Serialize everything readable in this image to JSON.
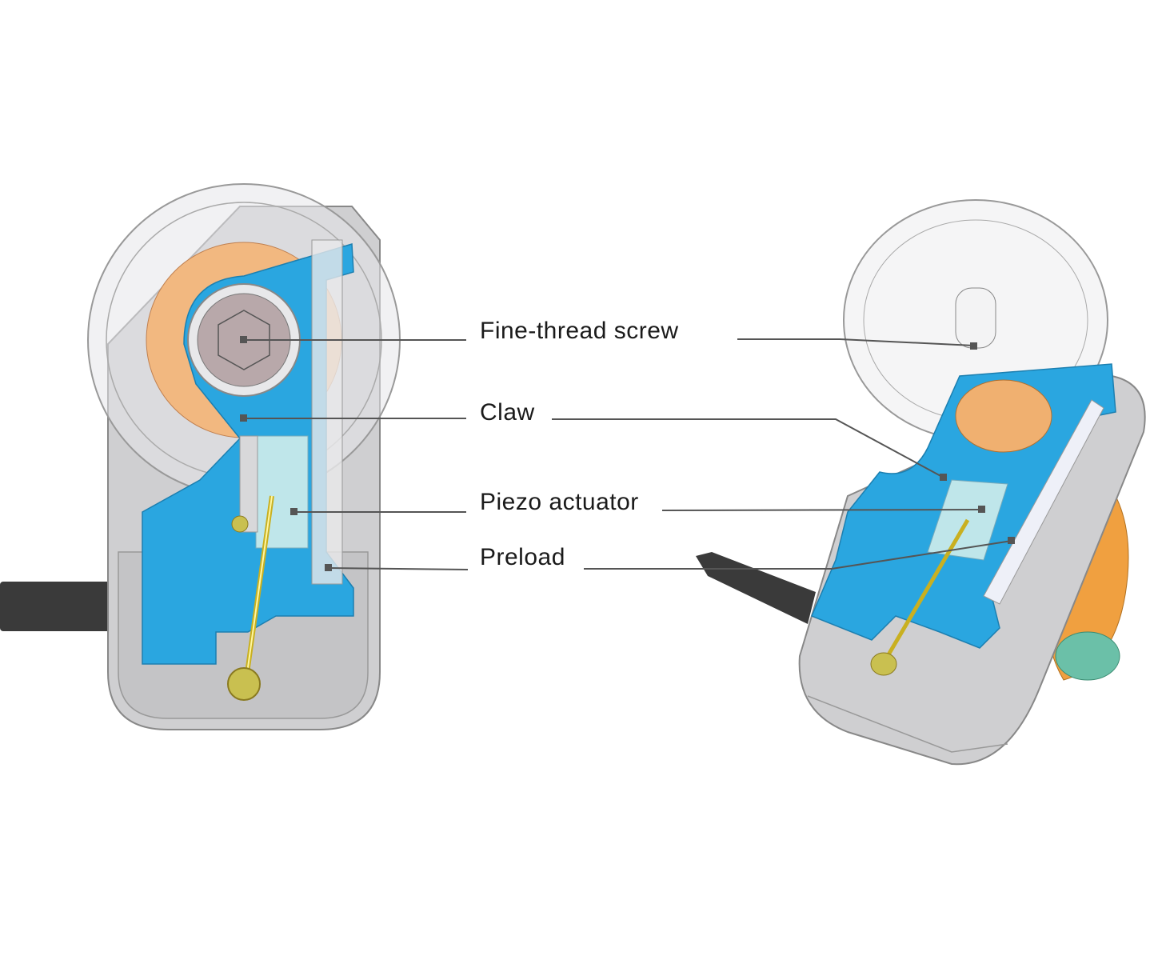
{
  "labels": {
    "fine_thread_screw": "Fine-thread screw",
    "claw": "Claw",
    "piezo_actuator": "Piezo actuator",
    "preload": "Preload"
  },
  "colors": {
    "claw_blue": "#2aa6e0",
    "housing_gray": "#c8c8ca",
    "piezo_cyan": "#bfe6ea",
    "orange": "#f0a040",
    "leader_line": "#555555",
    "cable": "#333333"
  }
}
